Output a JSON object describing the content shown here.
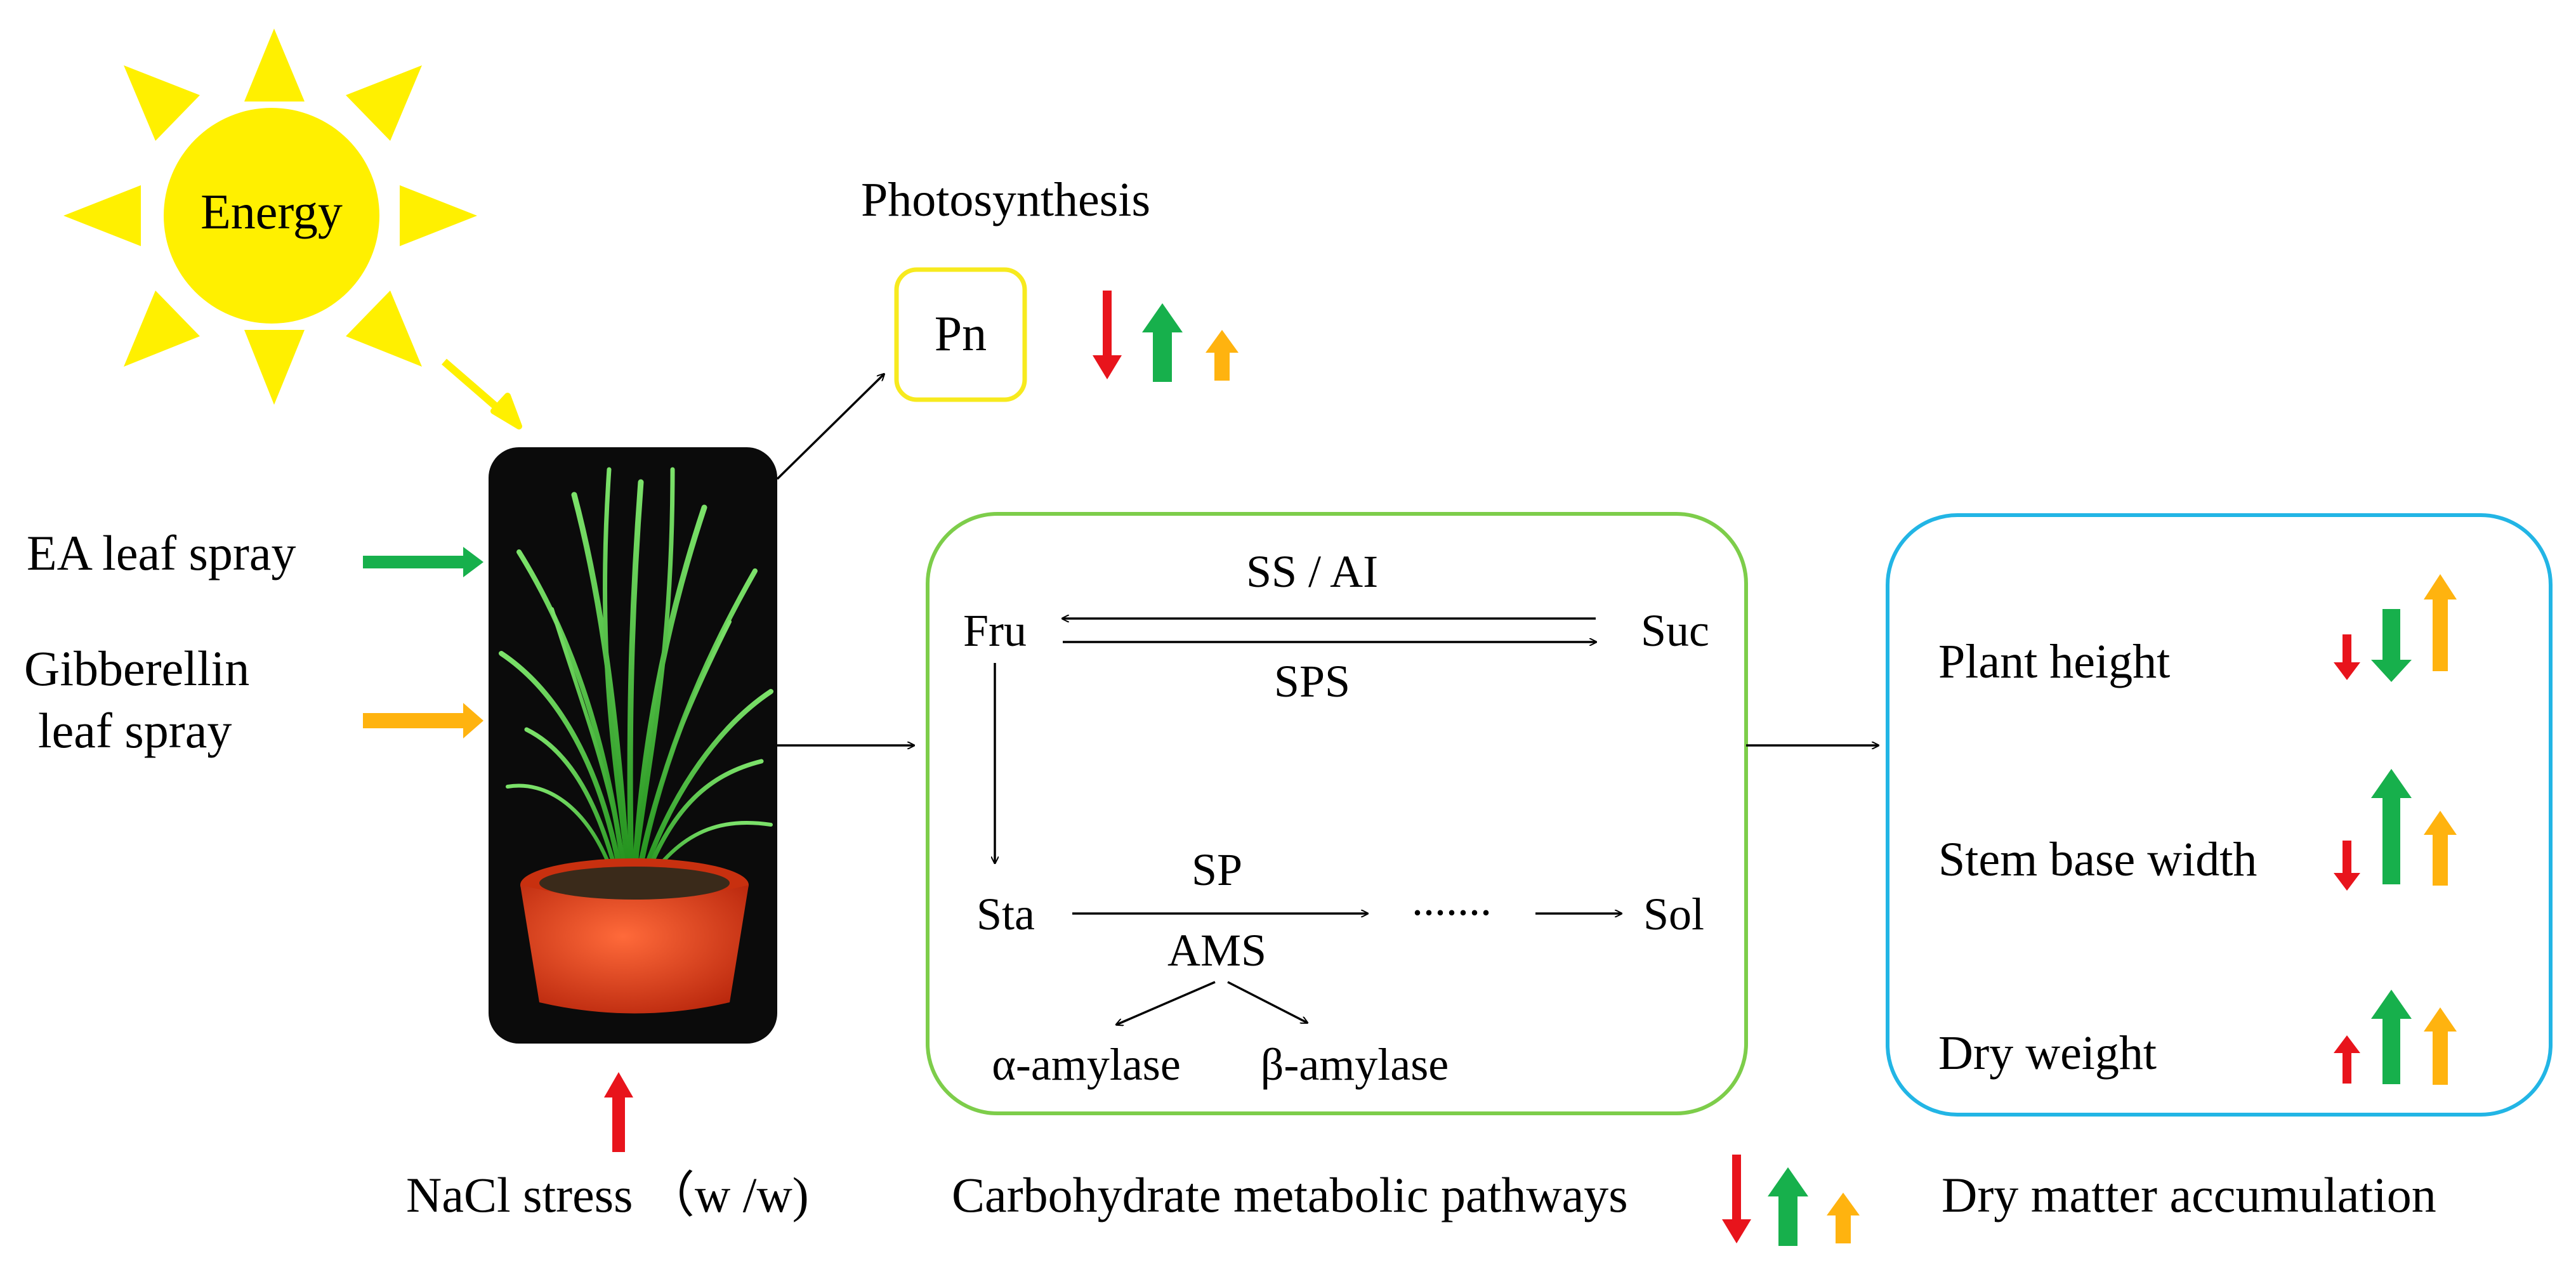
{
  "sun": {
    "label": "Energy",
    "color": "#FFF000"
  },
  "photosynthesis": {
    "title": "Photosynthesis",
    "box_label": "Pn",
    "box_color": "#F7EA1E"
  },
  "inputs": {
    "ea_spray": "EA leaf spray",
    "gibberellin_line1": "Gibberellin",
    "gibberellin_line2": "leaf spray",
    "nacl_stress": "NaCl stress （w /w)"
  },
  "pathway": {
    "fru": "Fru",
    "suc": "Suc",
    "ss_ai": "SS / AI",
    "sps": "SPS",
    "sta": "Sta",
    "sp": "SP",
    "ams": "AMS",
    "dots": ".......",
    "sol": "Sol",
    "alpha": "α-amylase",
    "beta": "β-amylase",
    "caption": "Carbohydrate metabolic pathways",
    "box_color": "#7DCD4A"
  },
  "dry_matter": {
    "plant_height": "Plant height",
    "stem_base_width": "Stem base width",
    "dry_weight": "Dry weight",
    "caption": "Dry matter accumulation",
    "box_color": "#22B5E5"
  },
  "colors": {
    "nacl": "#E8141C",
    "ea": "#17B04C",
    "gibberellin": "#FFB30F",
    "pot": "#E53B17",
    "leaf": "#3FCB2C"
  }
}
